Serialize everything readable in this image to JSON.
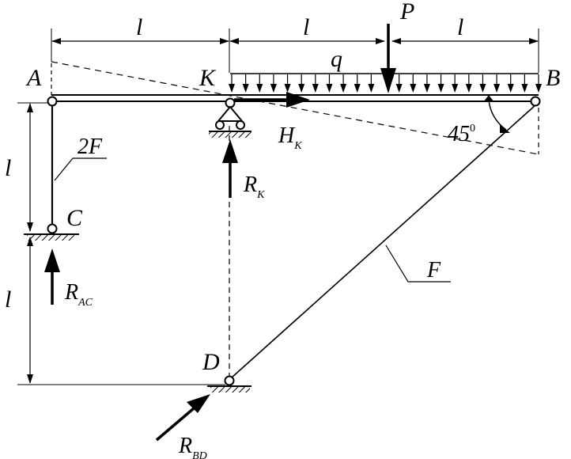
{
  "labels": {
    "point_a": "A",
    "point_k": "K",
    "point_b": "B",
    "point_c": "C",
    "point_d": "D",
    "span_1": "l",
    "span_2": "l",
    "span_3": "l",
    "height_upper": "l",
    "height_lower": "l",
    "load_q": "q",
    "force_p": "P",
    "rod_ac": "2F",
    "rod_bd": "F",
    "angle_value": "45",
    "angle_unit": "0",
    "hk_main": "H",
    "hk_sub": "K",
    "rk_main": "R",
    "rk_sub": "K",
    "rac_main": "R",
    "rac_sub": "AC",
    "rbd_main": "R",
    "rbd_sub": "BD"
  },
  "colors": {
    "ink": "#000000",
    "background": "#ffffff"
  }
}
